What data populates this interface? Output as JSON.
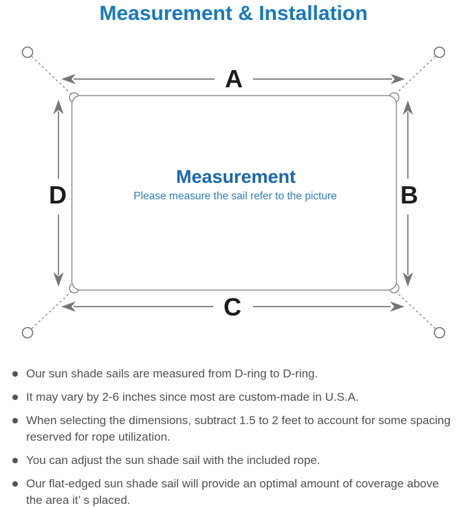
{
  "title": "Measurement & Installation",
  "diagram": {
    "center_title": "Measurement",
    "center_subtitle": "Please measure the sail refer to the picture",
    "labels": {
      "top": "A",
      "right": "B",
      "bottom": "C",
      "left": "D"
    }
  },
  "notes": {
    "items": [
      [
        "Our sun shade sails are measured from D-ring to D-ring."
      ],
      [
        "It may vary by 2-6 inches since most are custom-made in U.S.A."
      ],
      [
        "When selecting the dimensions, subtract 1.5 to 2 feet to account for some spacing",
        "reserved for rope utilization."
      ],
      [
        "You can adjust the sun shade sail with the included rope."
      ],
      [
        "Our flat-edged sun shade sail will provide an optimal amount of coverage above",
        "the area it’ s placed."
      ]
    ]
  },
  "colors": {
    "title_blue": "#1878be",
    "center_title_blue": "#1a67ac",
    "subtitle_blue": "#2e7cba",
    "line_gray": "#767676",
    "outline_gray": "#8f8f8f",
    "label_black": "#1c1c1c",
    "body_text_gray": "#4f4f4f"
  }
}
